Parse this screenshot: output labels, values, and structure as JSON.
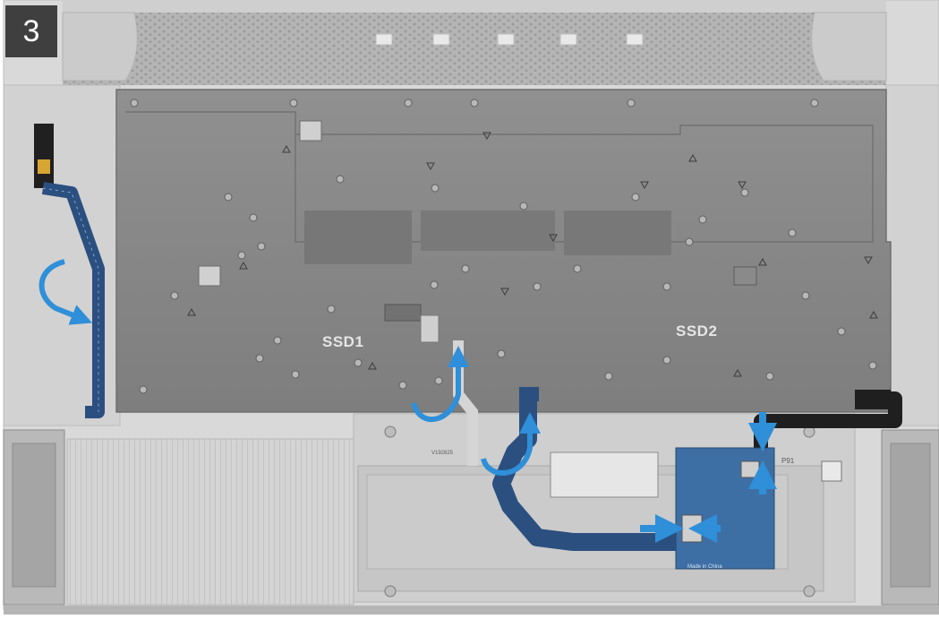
{
  "step": {
    "number": "3"
  },
  "palette": {
    "frame": "#c6c6c6",
    "plate": "#8e8e8e",
    "flex_cable": "#2b4f7f",
    "arrow": "#2f8fd8",
    "connector_gold": "#d7a531",
    "board": "#3d6fa5"
  },
  "labels": {
    "ssd1": "SSD1",
    "ssd2": "SSD2",
    "cable_code": "V192825",
    "board_code": "P91",
    "board_made": "Made in China"
  },
  "icons": {
    "rotate_left": "curved-arrow-icon",
    "lift_up_1": "lift-arrow-icon",
    "lift_up_2": "lift-arrow-icon",
    "push_down": "arrow-down-icon",
    "push_up": "arrow-up-icon",
    "push_right": "arrow-right-icon",
    "push_left": "arrow-left-icon"
  }
}
